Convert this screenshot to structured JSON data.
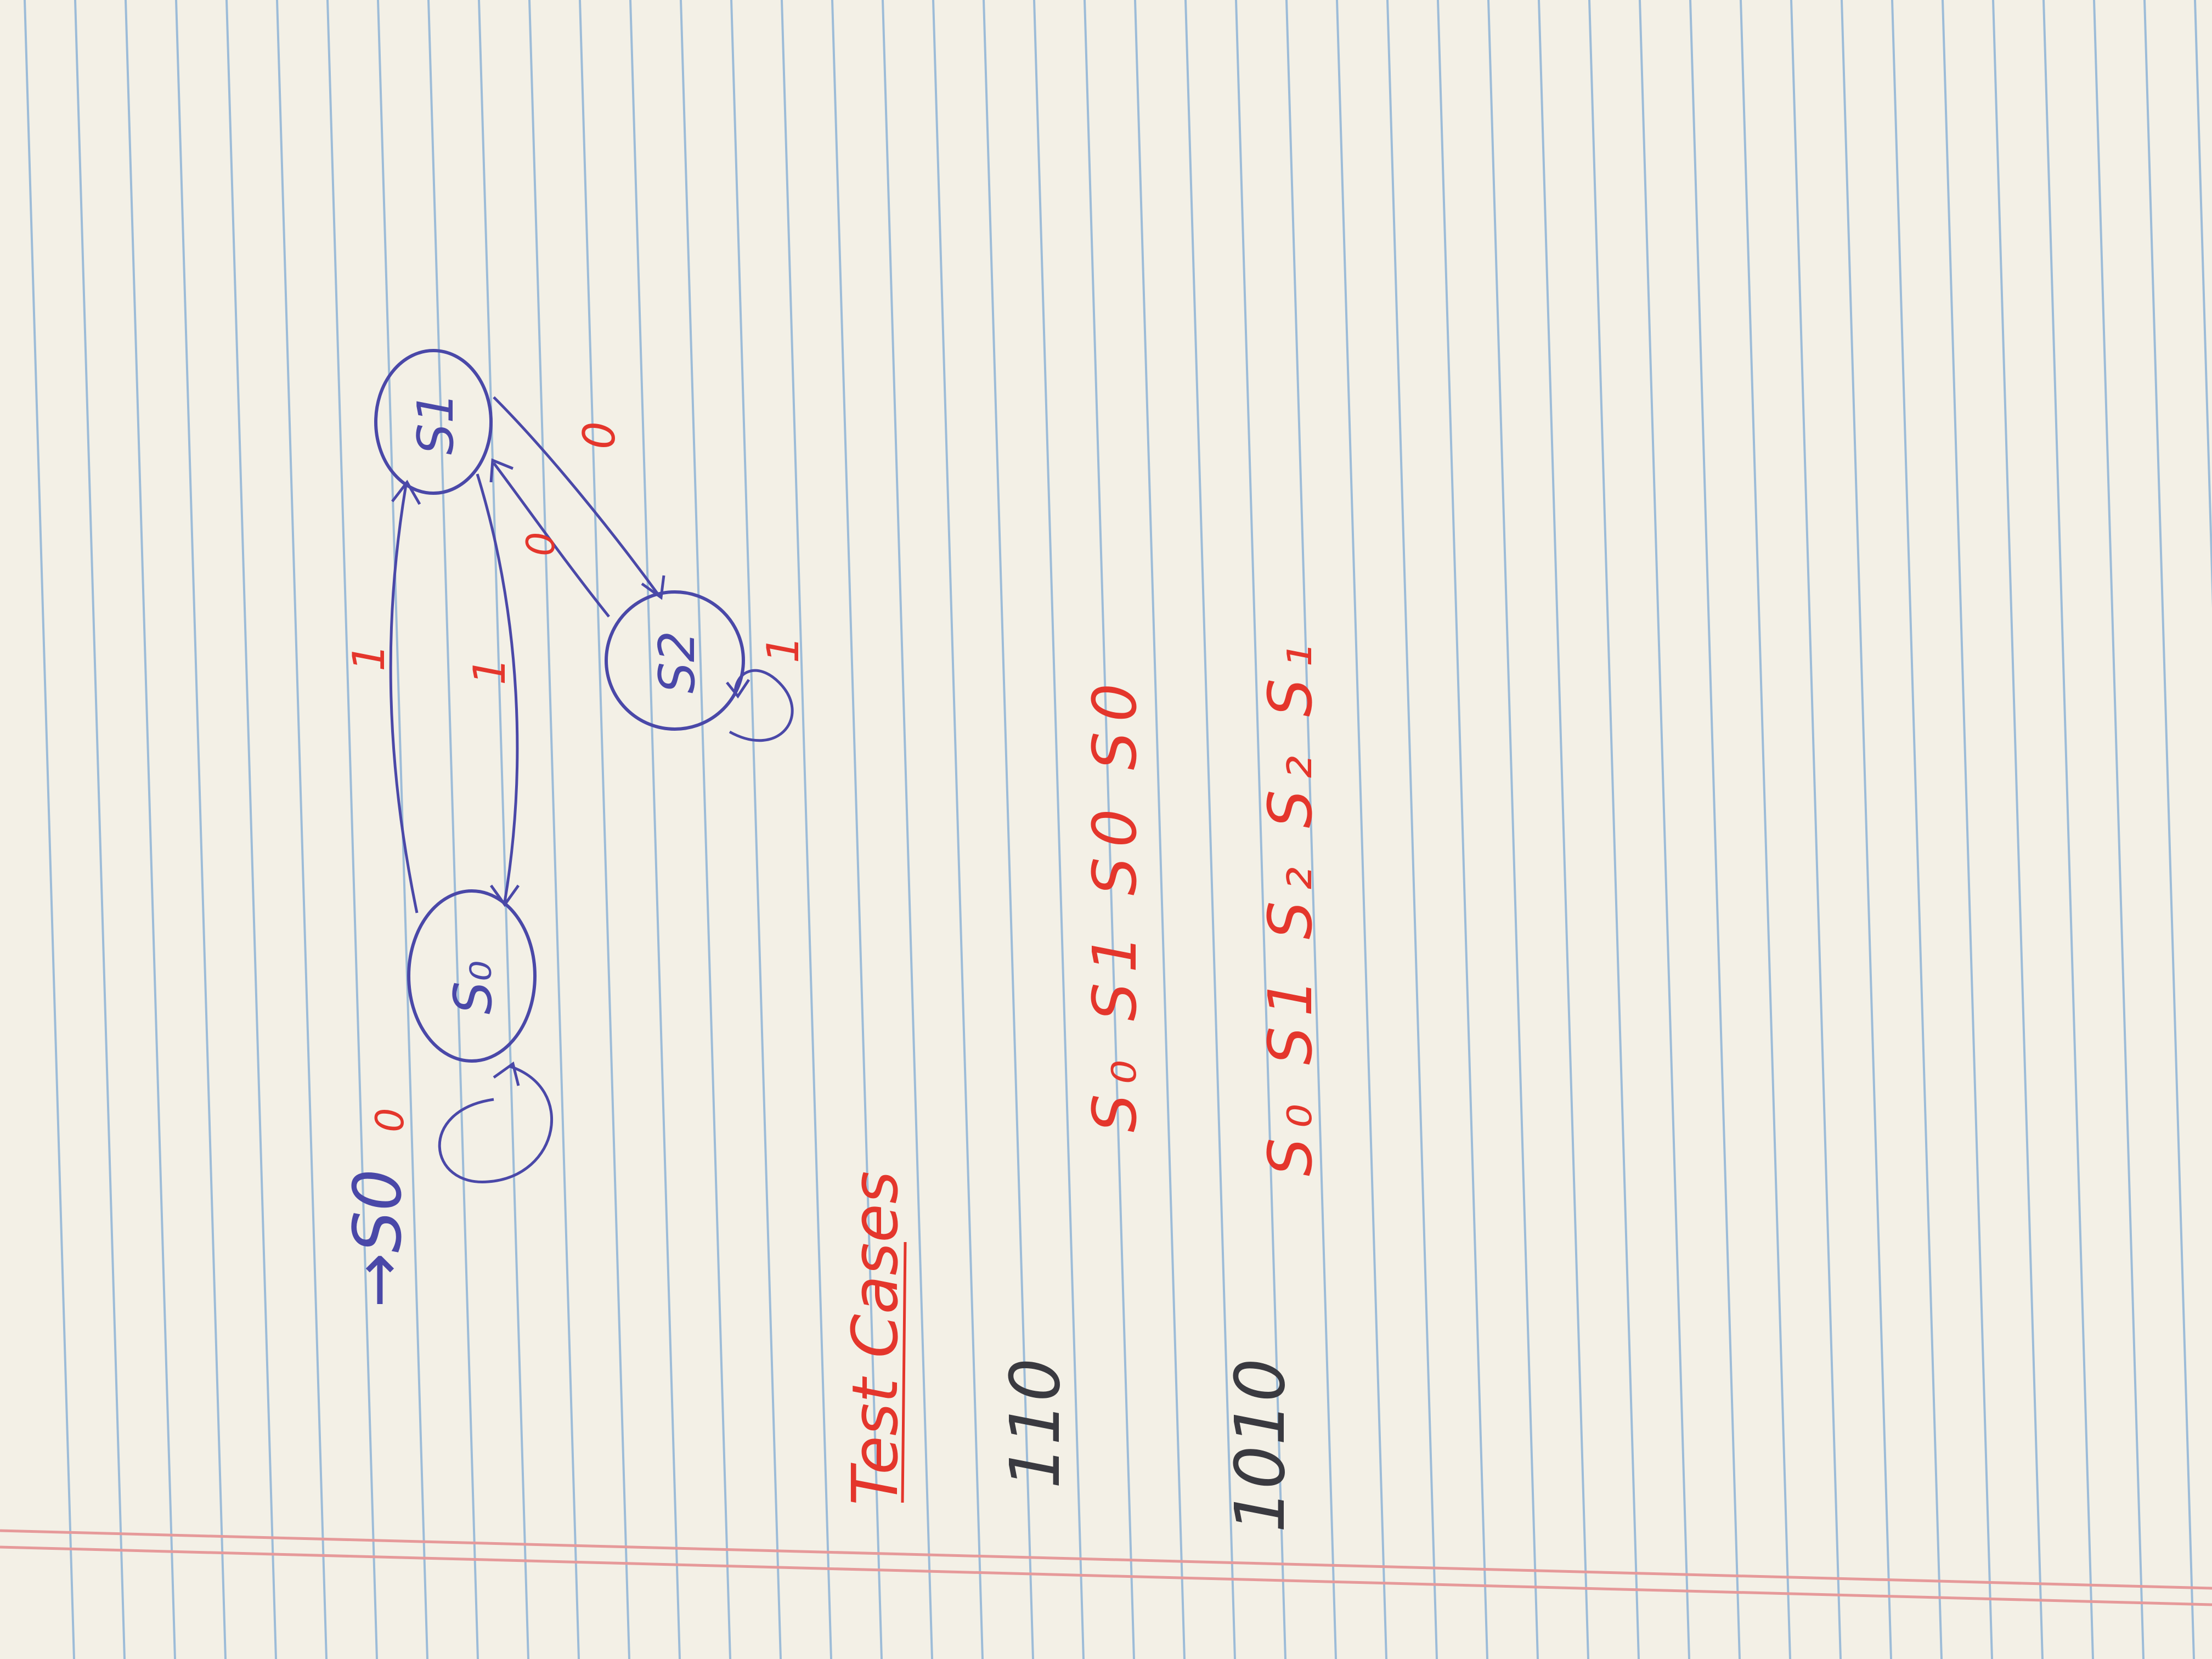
{
  "colors": {
    "paper": "#f3f0e6",
    "rule": "#8fb4d6",
    "margin": "#e69a9a",
    "ink_blue": "#4a48a8",
    "ink_red": "#e4362c"
  },
  "diagram": {
    "start_marker": "→S0",
    "states": [
      {
        "id": "s0",
        "label": "S₀"
      },
      {
        "id": "s1",
        "label": "S1"
      },
      {
        "id": "s2",
        "label": "S2"
      }
    ],
    "transitions": [
      {
        "from": "s0",
        "to": "s0",
        "label": "0"
      },
      {
        "from": "s0",
        "to": "s1",
        "label": "1"
      },
      {
        "from": "s1",
        "to": "s0",
        "label": "1"
      },
      {
        "from": "s1",
        "to": "s2",
        "label": "0"
      },
      {
        "from": "s2",
        "to": "s1",
        "label": "0"
      },
      {
        "from": "s2",
        "to": "s2",
        "label": "1"
      }
    ]
  },
  "test_cases": {
    "heading": "Test Cases",
    "cases": [
      {
        "input": "110",
        "trace": "S₀ S1 S0 S0"
      },
      {
        "input": "1010",
        "trace": "S₀ S1 S₂ S₂ S₁"
      }
    ]
  }
}
